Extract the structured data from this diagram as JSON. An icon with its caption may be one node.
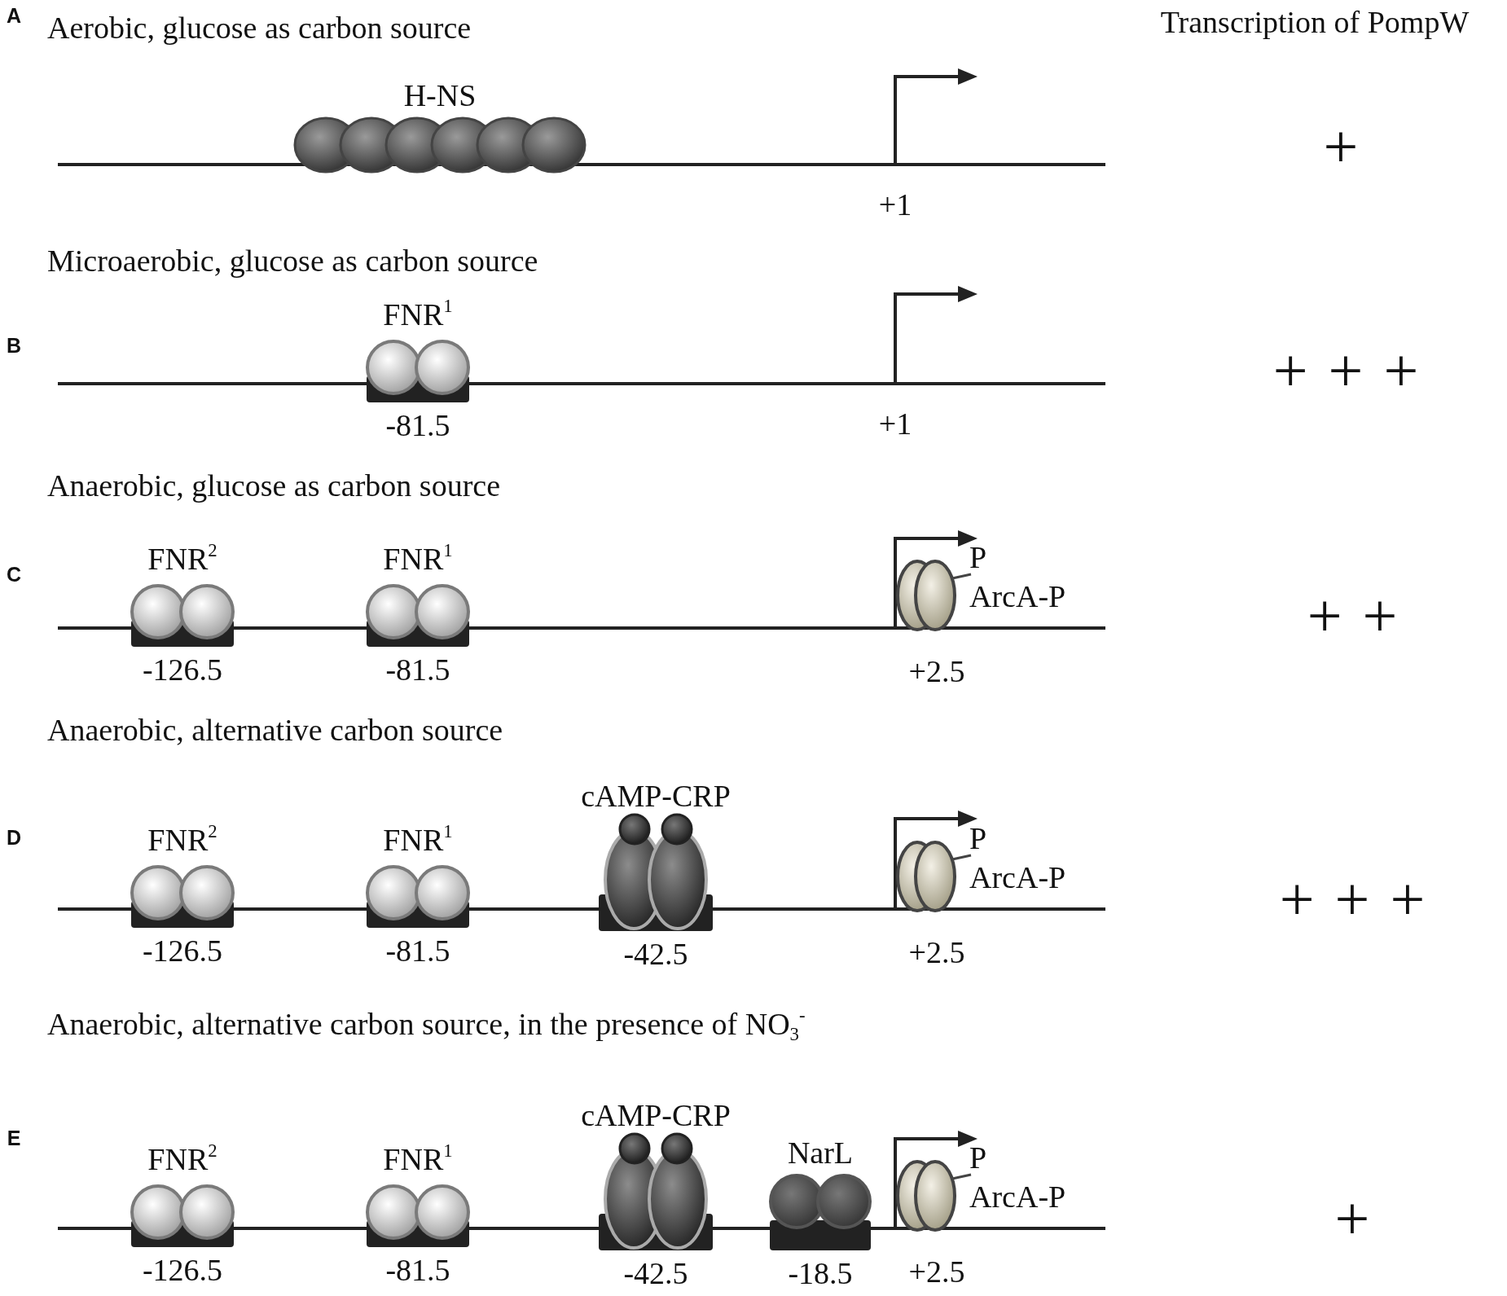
{
  "diagram": {
    "nodes": [
      {
        "text": [
          "H-NS"
        ]
      },
      {
        "text": [
          "FNR$^{1}$"
        ],
        "beside": [
          "-81.5"
        ]
      },
      {
        "text": [
          "FNR$^{2}$"
        ],
        "beside": [
          "-126.5"
        ]
      },
      {
        "text": [
          "FNR$^{1}$"
        ],
        "beside": [
          "-81.5"
        ]
      },
      {
        "text": [
          "P"
        ]
      },
      {
        "text": [
          "ArcA-P"
        ],
        "beside": [
          "+2.5"
        ]
      },
      {
        "text": [
          "FNR$^{2}$"
        ],
        "beside": [
          "-126.5"
        ]
      },
      {
        "text": [
          "FNR$^{1}$"
        ],
        "beside": [
          "-81.5"
        ]
      },
      {
        "text": [
          "cAMP-CRP"
        ],
        "beside": [
          "-42.5"
        ]
      },
      {
        "text": [
          "P"
        ]
      },
      {
        "text": [
          "ArcA-P"
        ],
        "beside": [
          "+2.5"
        ]
      },
      {
        "text": [
          "FNR$^{2}$"
        ],
        "beside": [
          "-126.5"
        ]
      },
      {
        "text": [
          "FNR$^{1}$"
        ],
        "beside": [
          "-81.5"
        ]
      },
      {
        "text": [
          "cAMP-CRP"
        ],
        "beside": [
          "-42.5"
        ]
      },
      {
        "text": [
          "NarL"
        ],
        "beside": [
          "-18.5"
        ]
      },
      {
        "text": [
          "P"
        ]
      },
      {
        "text": [
          "ArcA-P"
        ],
        "beside": [
          "+2.5"
        ]
      }
    ],
    "edges": [
      {
        "from": 4,
        "to": 5,
        "arrow": "none"
      },
      {
        "from": 9,
        "to": 10,
        "arrow": "none"
      },
      {
        "from": 15,
        "to": 16,
        "arrow": "none"
      }
    ],
    "labels": [
      "A",
      "Aerobic, glucose as carbon source",
      "Transcription of PompW",
      "+",
      "+1",
      "Microaerobic, glucose as carbon source",
      "B",
      "+ + +",
      "+1",
      "Anaerobic, glucose as carbon source",
      "C",
      "+ +",
      "Anaerobic, alternative carbon source",
      "D",
      "+ + +",
      "Anaerobic, alternative carbon source, in the presence of NO$_{3}$$^{-}$",
      "E",
      "+"
    ]
  }
}
